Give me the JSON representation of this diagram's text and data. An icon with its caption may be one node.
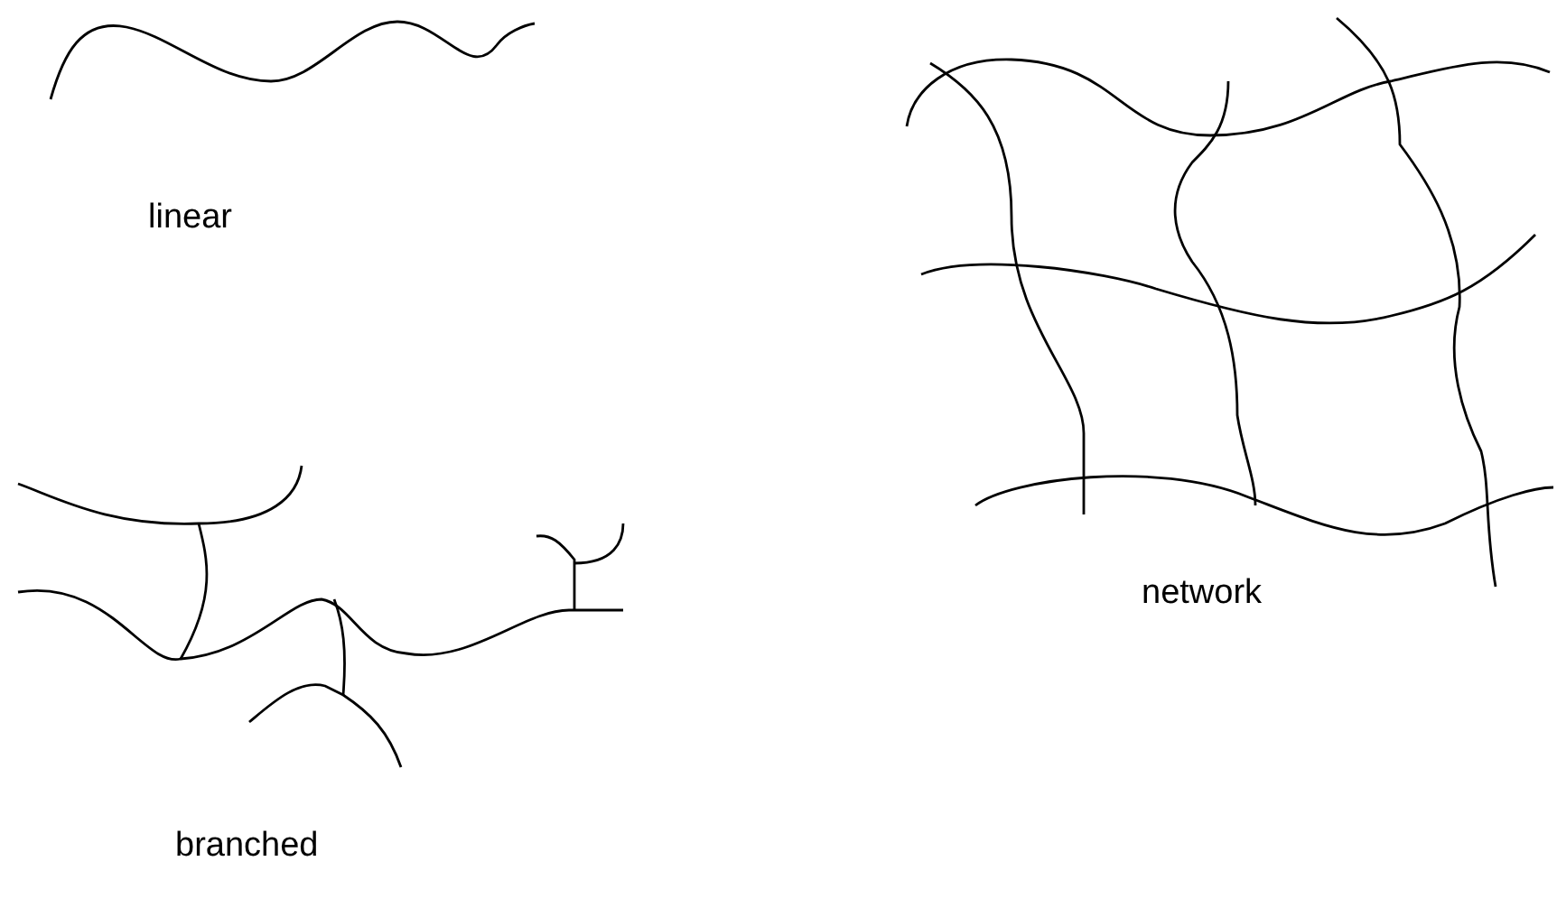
{
  "diagram": {
    "labels": [
      "linear",
      "network",
      "branched"
    ]
  }
}
